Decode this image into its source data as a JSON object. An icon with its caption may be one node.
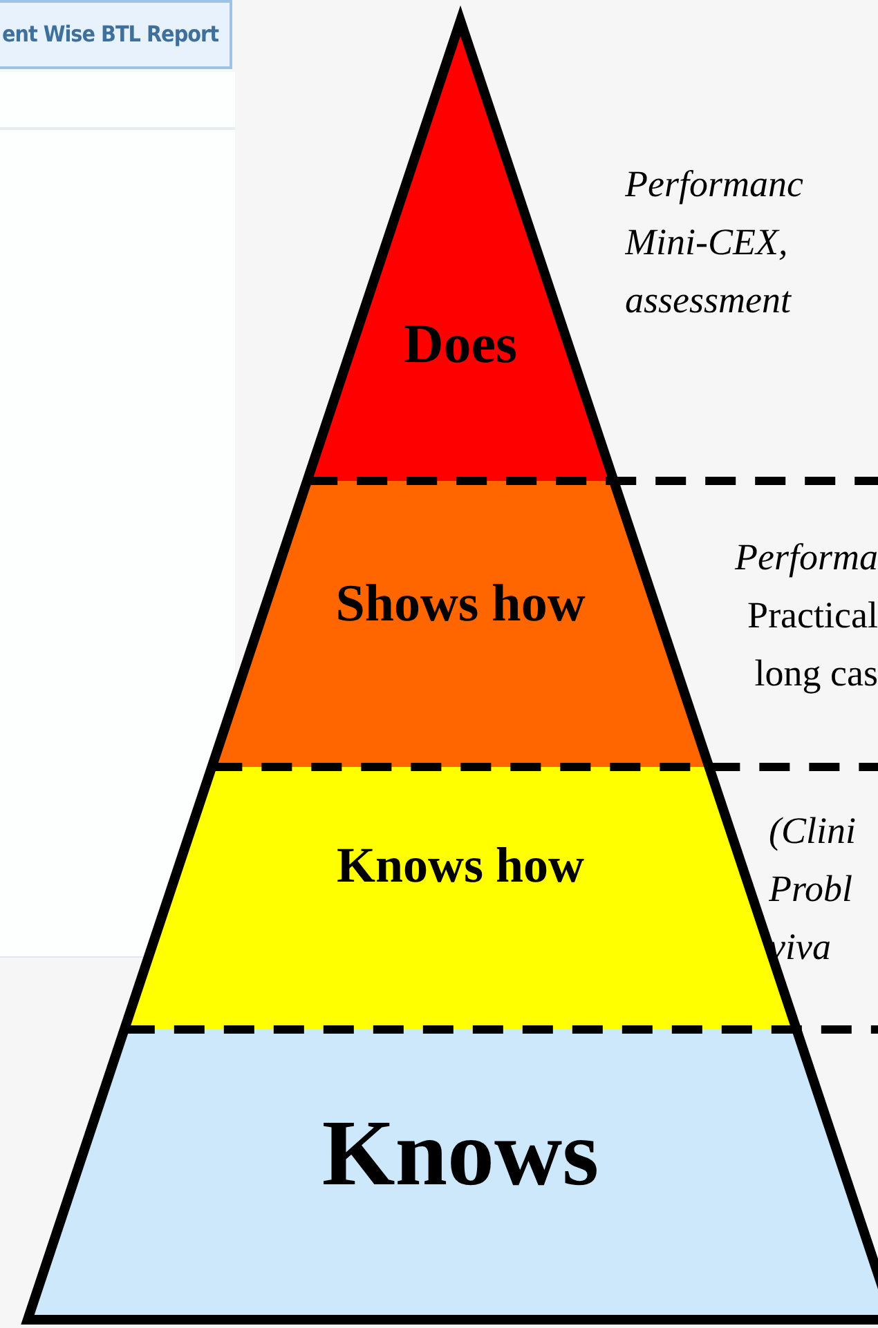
{
  "diagram": {
    "nodes": [
      {
        "text": [
          "Does"
        ]
      },
      {
        "text": [
          "Shows how"
        ]
      },
      {
        "text": [
          "Knows how"
        ]
      },
      {
        "text": [
          "Knows"
        ]
      }
    ],
    "edges": [],
    "labels": [
      "ent Wise BTL Report",
      "Performanc Mini-CEX, assessment",
      "*Performa* Practical long cas",
      "(Clini Probl viva"
    ]
  }
}
